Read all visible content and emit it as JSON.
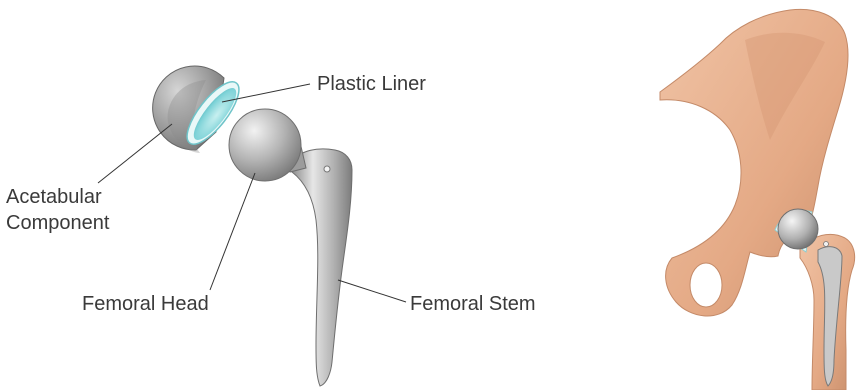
{
  "labels": {
    "plastic_liner": "Plastic Liner",
    "acetabular_line1": "Acetabular",
    "acetabular_line2": "Component",
    "femoral_head": "Femoral Head",
    "femoral_stem": "Femoral Stem"
  },
  "colors": {
    "metal": "#a8a8a8",
    "liner": "#8fd8dc",
    "bone": "#e8b090",
    "text": "#3a3a3a"
  }
}
